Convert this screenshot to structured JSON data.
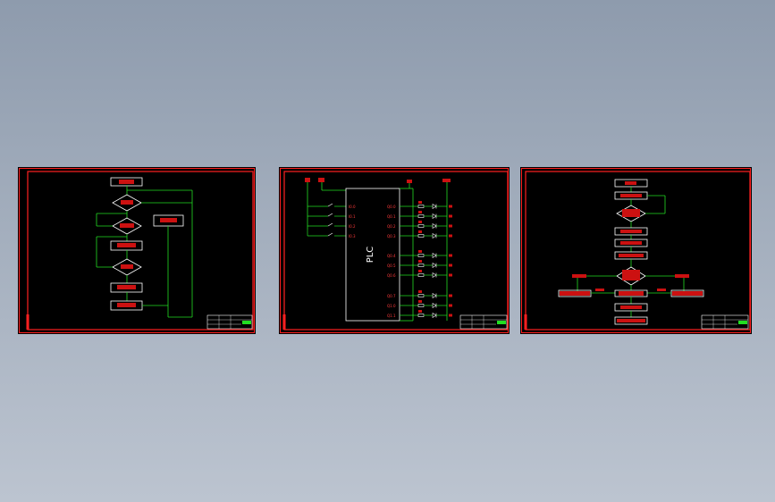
{
  "sheets": [
    {
      "id": "flowchart-left",
      "blocks": [
        "",
        "",
        "",
        "",
        "",
        "",
        ""
      ]
    },
    {
      "id": "plc-wiring",
      "plc_label": "PLC",
      "inputs": [
        "I0.0",
        "I0.1",
        "I0.2",
        "I0.3"
      ],
      "outputs": [
        "Q0.0",
        "Q0.1",
        "Q0.2",
        "Q0.3",
        "Q0.4",
        "Q0.5",
        "Q0.6",
        "Q0.7",
        "Q1.0",
        "Q1.1"
      ]
    },
    {
      "id": "flowchart-right",
      "blocks": []
    }
  ],
  "colors": {
    "sheet_bg": "#000000",
    "border": "#ff2020",
    "wire": "#22dd22",
    "text": "#ff3b3b",
    "block_fill": "#cc1111"
  }
}
